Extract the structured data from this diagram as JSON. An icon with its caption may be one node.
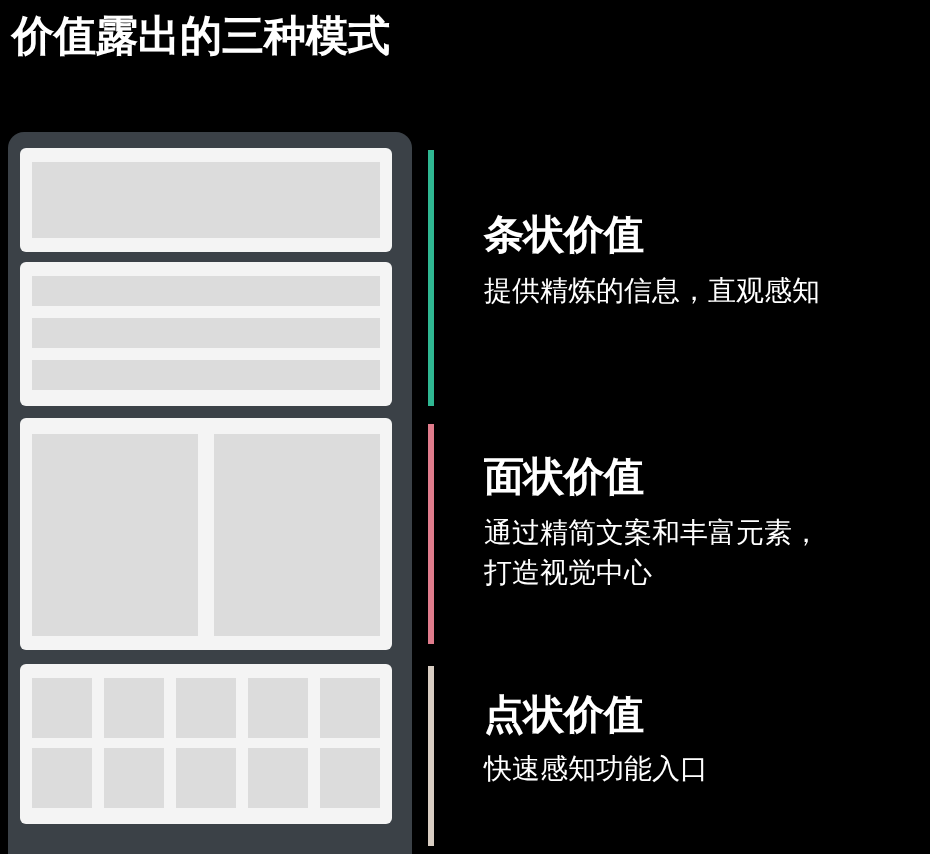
{
  "diagram": {
    "title": "价值露出的三种模式",
    "labels": [
      "条状价值",
      "提供精炼的信息，直观感知",
      "面状价值",
      "通过精简文案和丰富元素，打造视觉中心",
      "点状价值",
      "快速感知功能入口"
    ]
  }
}
